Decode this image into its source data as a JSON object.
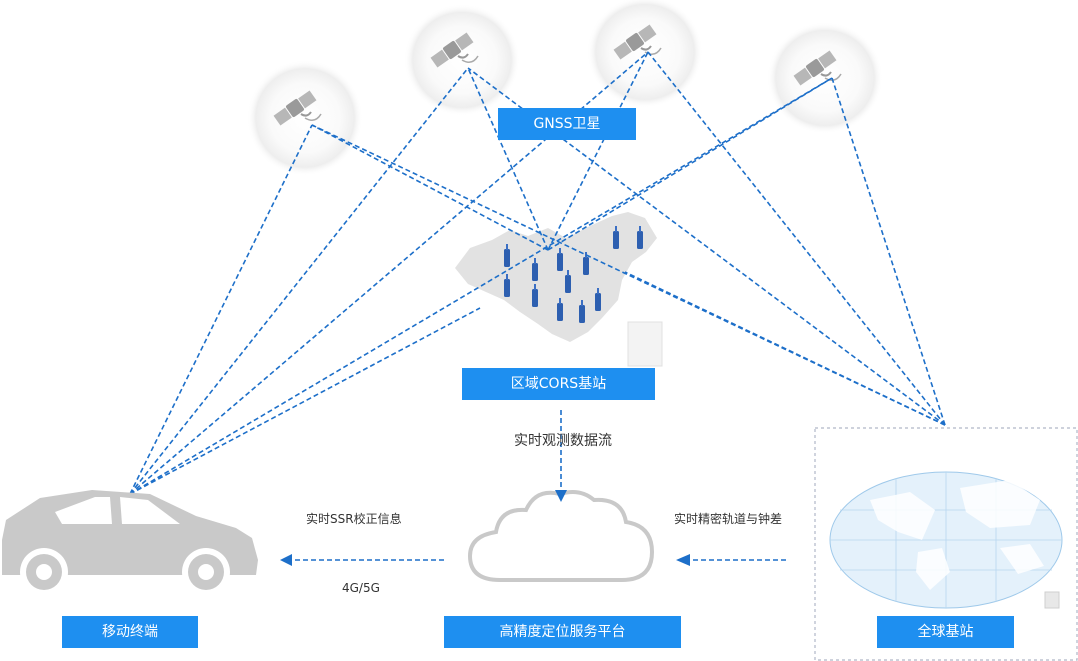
{
  "labels": {
    "gnss": "GNSS卫星",
    "cors": "区域CORS基站",
    "terminal": "移动终端",
    "platform": "高精度定位服务平台",
    "global": "全球基站"
  },
  "captions": {
    "obs_stream": "实时观测数据流",
    "ssr": "实时SSR校正信息",
    "network": "4G/5G",
    "orbit_clock": "实时精密轨道与钟差"
  },
  "colors": {
    "accent": "#1e8ff0",
    "line": "#1d6fc9",
    "icon_gray": "#c9c9c9"
  },
  "icons": [
    "satellite-icon",
    "china-map-icon",
    "base-station-icon",
    "car-icon",
    "cloud-icon",
    "world-map-icon",
    "arrow-icon"
  ]
}
